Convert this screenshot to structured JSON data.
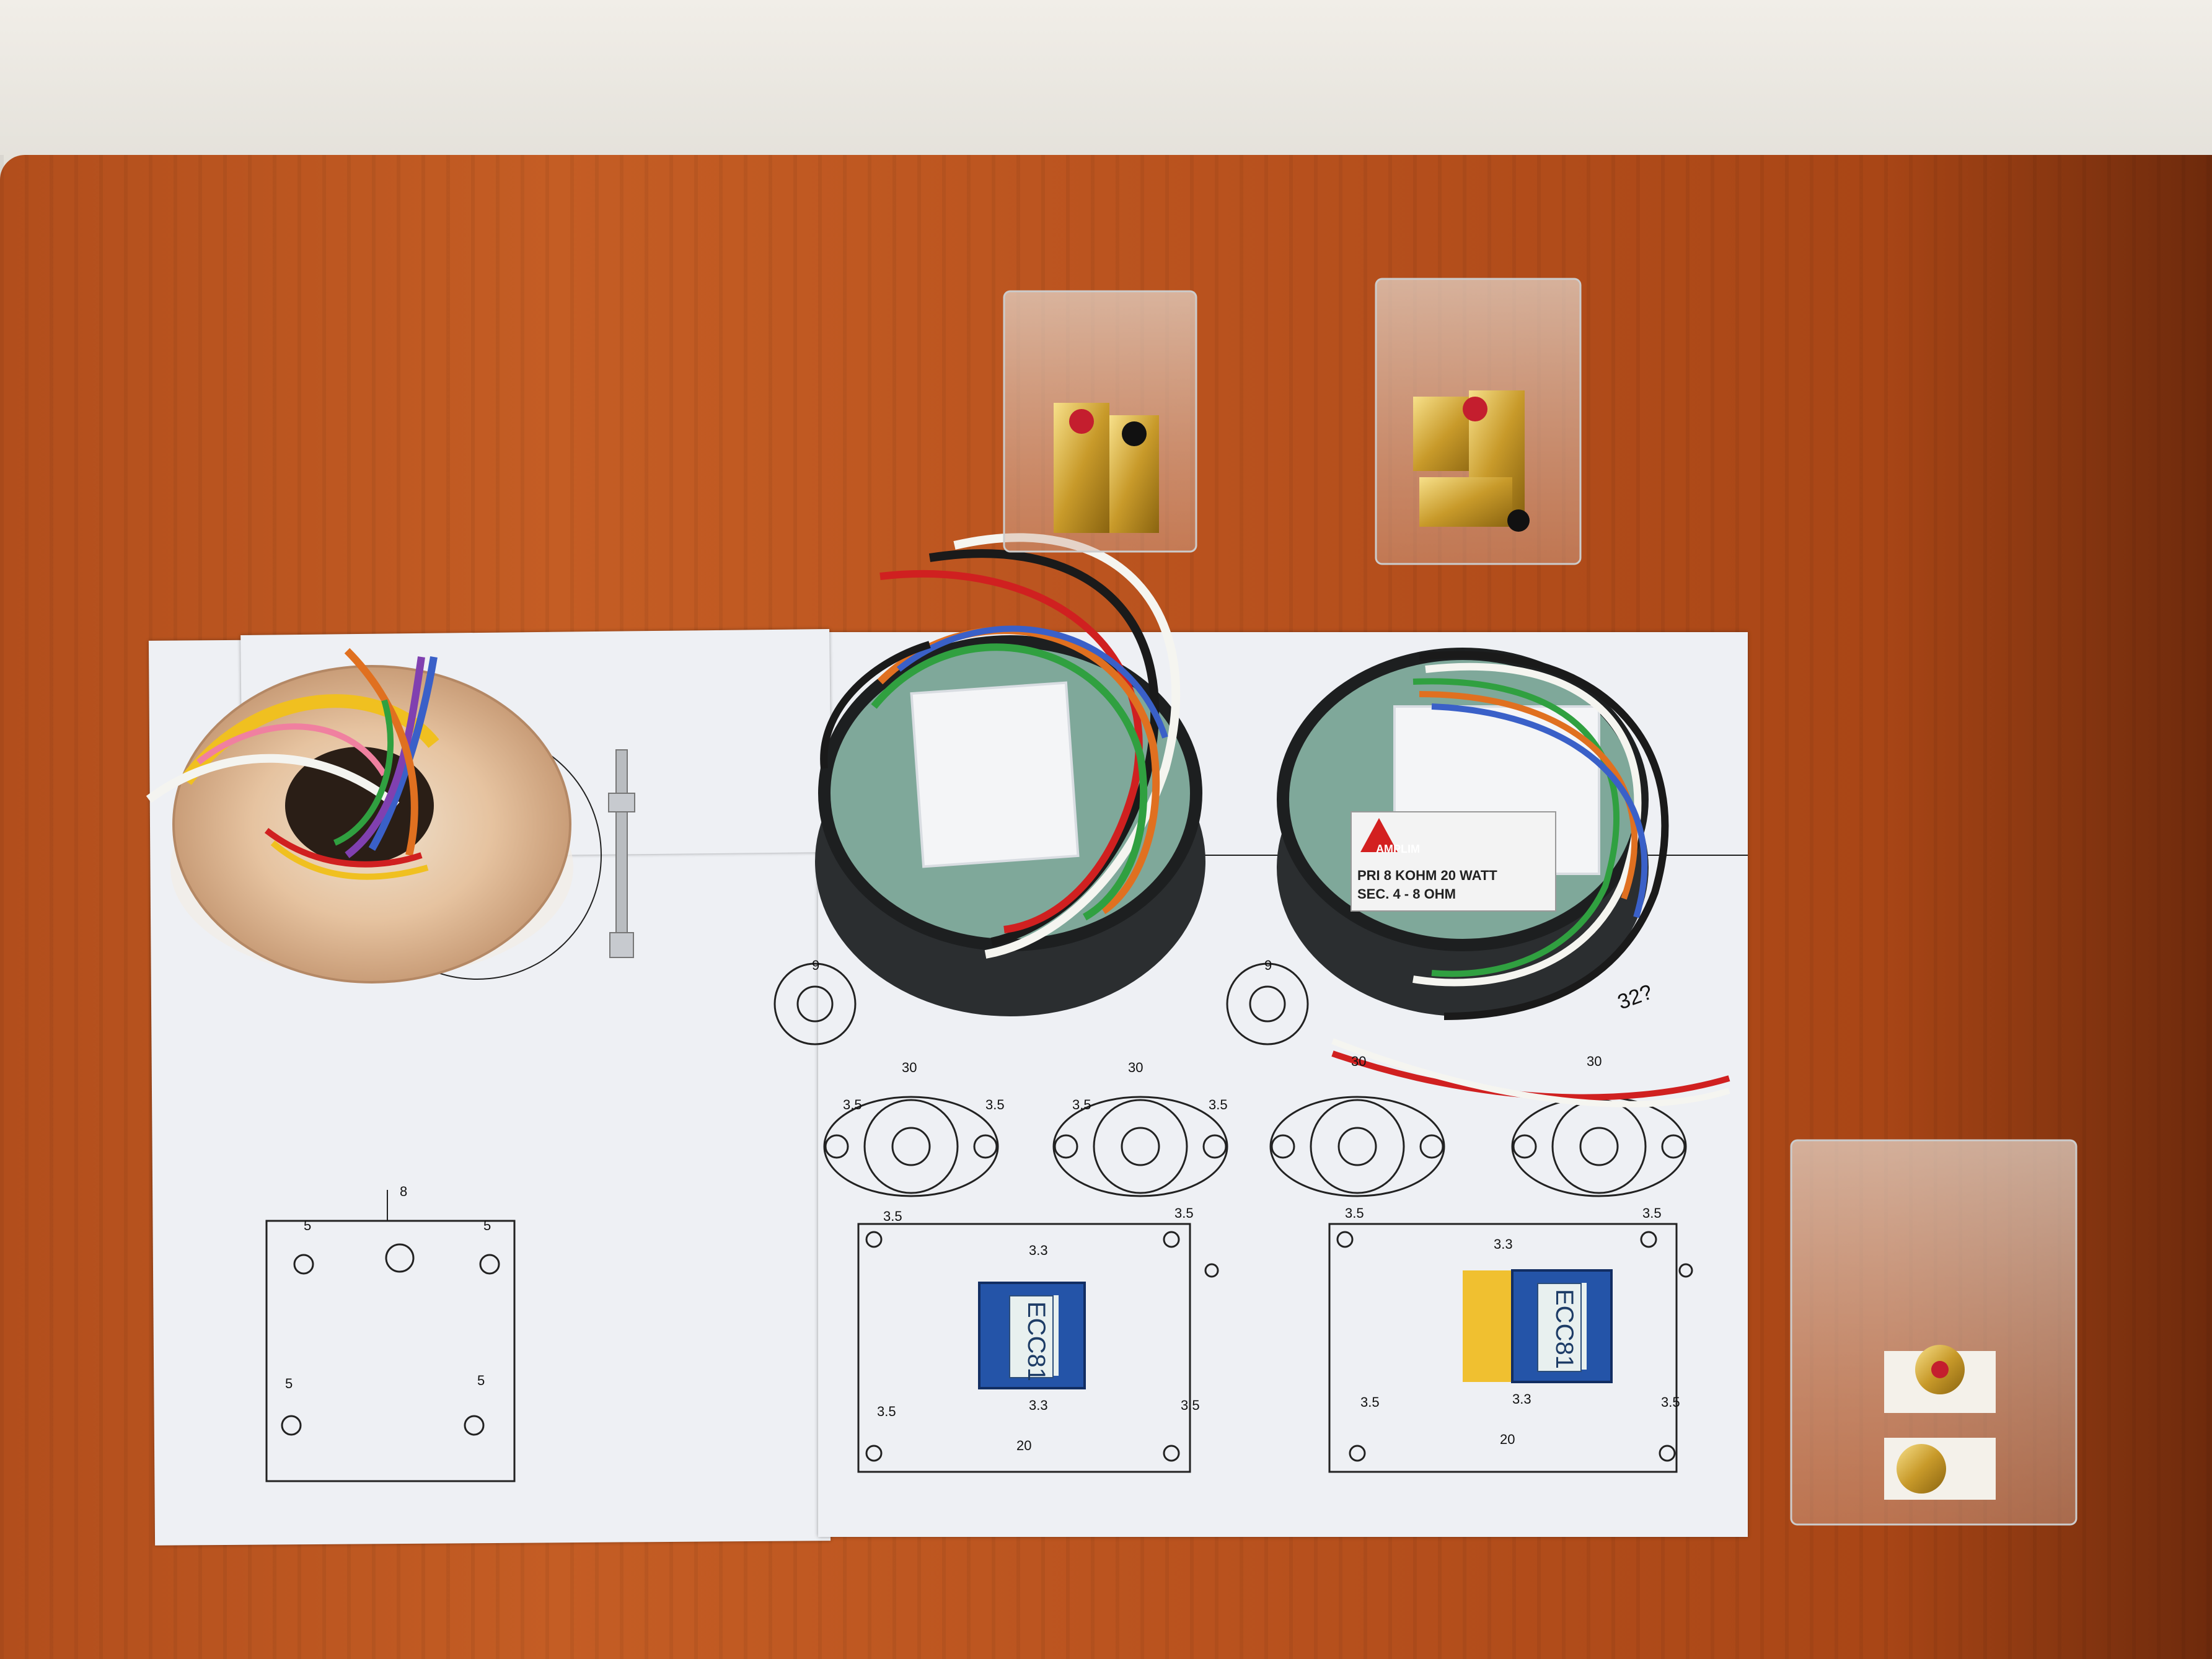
{
  "scene": {
    "dimensions": {
      "d9": "9",
      "d30_left": "30",
      "d30_right": "30",
      "d30_c": "30",
      "d30_d": "30",
      "d35": "3.5",
      "d33": "3.3",
      "d20": "20",
      "d8": "8",
      "d5": "5",
      "d32": "32?"
    },
    "tube_labels": [
      "ECC81",
      "ECC81"
    ],
    "transformer_text": {
      "line1": "PRI 8 KOHM   20 WATT",
      "line2": "SEC. 4 - 8 OHM",
      "brand": "AMPLIM"
    }
  }
}
